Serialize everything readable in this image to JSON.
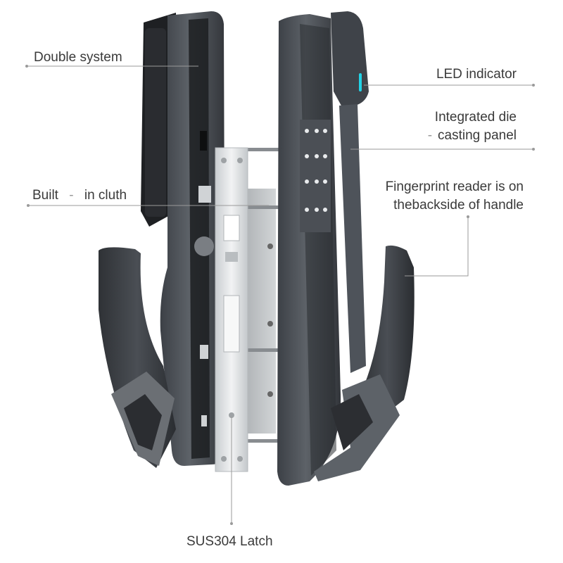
{
  "callouts": {
    "double_system": "Double system",
    "built_in_clutch_a": "Built",
    "built_in_clutch_b": "in cluth",
    "led_indicator": "LED indicator",
    "die_casting_line1": "Integrated die",
    "die_casting_line2": "casting panel",
    "fingerprint_line1": "Fingerprint reader is on",
    "fingerprint_line2": "thebackside of handle",
    "latch": "SUS304 Latch"
  },
  "colors": {
    "background": "#ffffff",
    "body_dark": "#3a3d42",
    "body_mid": "#555a60",
    "steel": "#d9dcde",
    "led_cyan": "#22d3e6",
    "leader_line": "#9a9a9a",
    "text": "#3a3a3a"
  }
}
